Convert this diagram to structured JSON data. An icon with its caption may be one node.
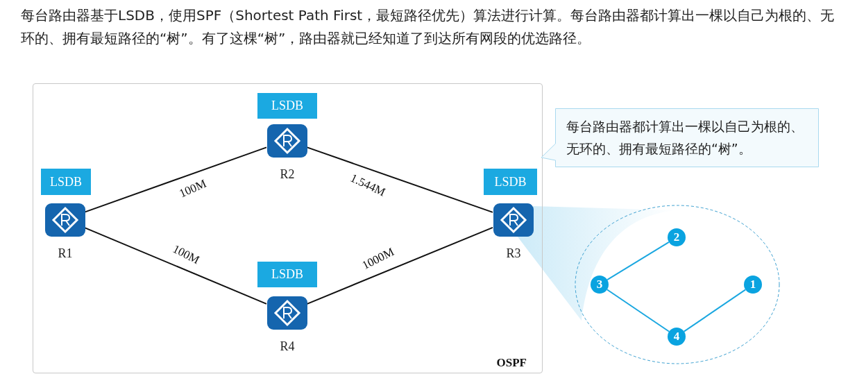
{
  "diagram": {
    "title": "每台路由器基于LSDB，使用SPF（Shortest Path First，最短路径优先）算法进行计算。每台路由器都计算出一棵以自己为根的、无环的、拥有最短路径的“树”。有了这棵“树”，路由器就已经知道了到达所有网段的优选路径。",
    "nodes": [
      {
        "text": [
          "OSPF"
        ]
      },
      {
        "text": [
          "LSDB"
        ],
        "in": 0
      },
      {
        "text": [
          "R2"
        ],
        "in": 0
      },
      {
        "text": [
          "每台路由器都计算出一棵以自己为根的、无环的、拥有最短路径的“树”。"
        ]
      },
      {
        "text": [
          "LSDB"
        ],
        "in": 0
      },
      {
        "text": [
          "R1"
        ],
        "in": 0
      },
      {
        "text": [
          "LSDB"
        ],
        "in": 0
      },
      {
        "text": [
          "R3"
        ],
        "in": 0
      },
      {
        "text": [],
        "shape": "circle"
      },
      {
        "text": [
          "2"
        ],
        "in": 8
      },
      {
        "text": [
          "3"
        ],
        "in": 8
      },
      {
        "text": [
          "1"
        ],
        "in": 8
      },
      {
        "text": [
          "LSDB"
        ],
        "in": 0
      },
      {
        "text": [
          "R4"
        ],
        "in": 0
      },
      {
        "text": [
          "4"
        ],
        "in": 8
      }
    ],
    "edges": [
      {
        "from": 5,
        "to": 2,
        "arrow": "none",
        "label": "100M"
      },
      {
        "from": 2,
        "to": 7,
        "arrow": "none",
        "label": "1.544M"
      },
      {
        "from": 5,
        "to": 13,
        "arrow": "none",
        "label": "100M"
      },
      {
        "from": 13,
        "to": 7,
        "arrow": "none",
        "label": "1000M"
      },
      {
        "from": 9,
        "to": 10,
        "arrow": "none",
        "color": "#1aa7e0"
      },
      {
        "from": 10,
        "to": 14,
        "arrow": "none",
        "color": "#1aa7e0"
      },
      {
        "from": 14,
        "to": 11,
        "arrow": "none",
        "color": "#1aa7e0"
      }
    ]
  }
}
